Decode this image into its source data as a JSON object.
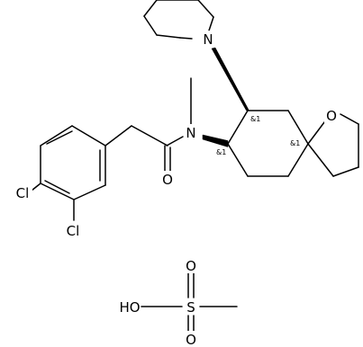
{
  "molecule": {
    "atoms": {
      "n_pyrrolidine": "N",
      "n_amide": "N",
      "o_ether": "O",
      "o_carbonyl": "O",
      "cl_para": "Cl",
      "cl_meta": "Cl",
      "o_hydroxyl": "HO",
      "s_sulfonyl": "S",
      "o_sulfonyl_top": "O",
      "o_sulfonyl_bottom": "O"
    },
    "stereo_labels": {
      "c7": "&1",
      "c8": "&1",
      "spiro": "&1"
    }
  },
  "colors": {
    "bond": "#000000",
    "background": "#ffffff"
  }
}
